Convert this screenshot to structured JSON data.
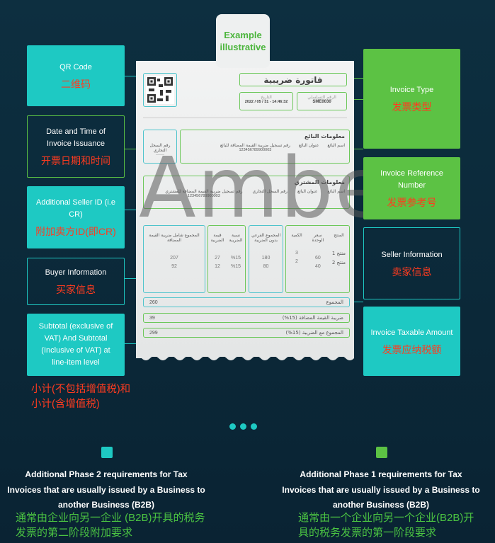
{
  "badge": {
    "line1": "Example",
    "line2": "illustrative"
  },
  "watermark": "Amber",
  "left_labels": [
    {
      "en": "QR Code",
      "zh": "二维码"
    },
    {
      "en": "Date and Time of Invoice Issuance",
      "zh": "开票日期和时间"
    },
    {
      "en": "Additional Seller ID (i.e CR)",
      "zh": "附加卖方ID(即CR)"
    },
    {
      "en": "Buyer Information",
      "zh": "买家信息"
    },
    {
      "en": "Subtotal (exclusive of VAT) And Subtotal (Inclusive of VAT) at line-item level",
      "zh": "小计(不包括增值税)和小计(含增值税)"
    }
  ],
  "right_labels": [
    {
      "en": "Invoice Type",
      "zh": "发票类型"
    },
    {
      "en": "Invoice Reference Number",
      "zh": "发票参考号"
    },
    {
      "en": "Seller Information",
      "zh": "卖家信息"
    },
    {
      "en": "Invoice Taxable Amount",
      "zh": "发票应纳税额"
    }
  ],
  "invoice": {
    "title": "فاتورة ضريبية",
    "serial_label": "الرقم التسلسلي",
    "serial": "SME0030",
    "date_label": "التاريخ",
    "date": "2022 / 05 / 31 - 14:46:32",
    "seller_title": "معلومات البائع",
    "seller_fields": [
      "اسم البائع",
      "عنوان البائع",
      "رقم تسجيل ضريبة القيمة المضافة للبائع"
    ],
    "vat_number": "123456789900003",
    "cr_label": "رقم السجل التجاري",
    "placeholder": "------",
    "buyer_title": "معلومات المشتري",
    "buyer_fields": [
      "اسم البائع",
      "عنوان البائع",
      "رقم السجل التجاري",
      "رقم تسجيل ضريبة القيمة المضافة للمشتري"
    ],
    "table_headers": [
      "المنتج",
      "سعر الوحدة",
      "الكمية",
      "المجموع الفرعي بدون الضريبة",
      "نسبة الضريبة",
      "قيمة الضريبة",
      "المجموع شامل ضريبة القيمة المضافة"
    ],
    "rows": [
      [
        "منتج 1",
        "60",
        "3",
        "180",
        "%15",
        "27",
        "207"
      ],
      [
        "منتج 2",
        "40",
        "2",
        "80",
        "%15",
        "12",
        "92"
      ]
    ],
    "totals": [
      {
        "label": "المجموع",
        "value": "260"
      },
      {
        "label": "ضريبة القيمة المضافة (15%)",
        "value": "39"
      },
      {
        "label": "المجموع مع الضريبة (15%)",
        "value": "299"
      }
    ]
  },
  "colors": {
    "teal": "#1ec9c3",
    "green": "#5cc244",
    "red": "#ff3b1f",
    "background": "#0d2f40"
  },
  "footer": {
    "left": {
      "en": "Additional Phase 2 requirements for Tax Invoices that are usually issued by a Business to another Business (B2B)",
      "zh": "通常由企业向另一企业 (B2B)开具的税务发票的第二阶段附加要求"
    },
    "right": {
      "en": "Additional Phase 1 requirements for Tax Invoices that are usually issued by a Business to another Business (B2B)",
      "zh": "通常由一个企业向另一个企业(B2B)开具的税务发票的第一阶段要求"
    }
  }
}
